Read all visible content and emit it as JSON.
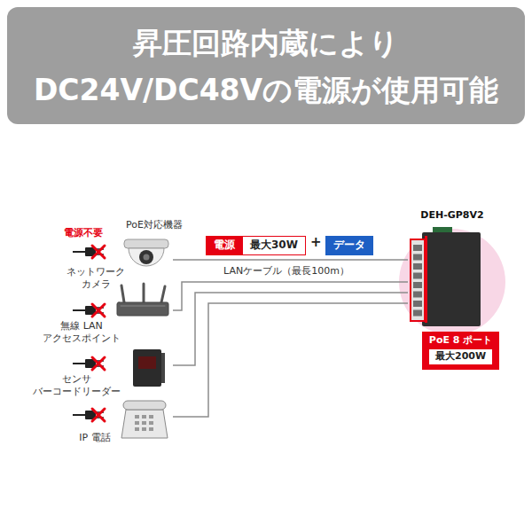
{
  "diagram": {
    "title": "昇圧回路内蔵により DC24V/DC48Vの電源が使用可能",
    "nodes": [
      {
        "text": [
          "ネットワーク カメラ"
        ]
      },
      {
        "text": [
          "無線 LAN アクセスポイント"
        ]
      },
      {
        "text": [
          "センサ バーコードリーダー"
        ]
      },
      {
        "text": [
          "IP 電話"
        ]
      },
      {
        "text": [
          "DEH-GP8V2"
        ]
      },
      {
        "text": [
          "電源"
        ]
      },
      {
        "text": [
          "最大30W"
        ]
      },
      {
        "text": [
          "データ"
        ]
      },
      {
        "text": [
          "PoE 8 ポート"
        ]
      },
      {
        "text": [
          "最大200W"
        ],
        "in": 8
      }
    ],
    "edges": [
      {
        "from": 4,
        "to": 0,
        "arrow": "none"
      },
      {
        "from": 4,
        "to": 1,
        "arrow": "none"
      },
      {
        "from": 4,
        "to": 2,
        "arrow": "none"
      },
      {
        "from": 4,
        "to": 3,
        "arrow": "none"
      }
    ],
    "labels": [
      "電源不要",
      "PoE対応機器",
      "+",
      "LANケーブル（最長100m）"
    ]
  }
}
